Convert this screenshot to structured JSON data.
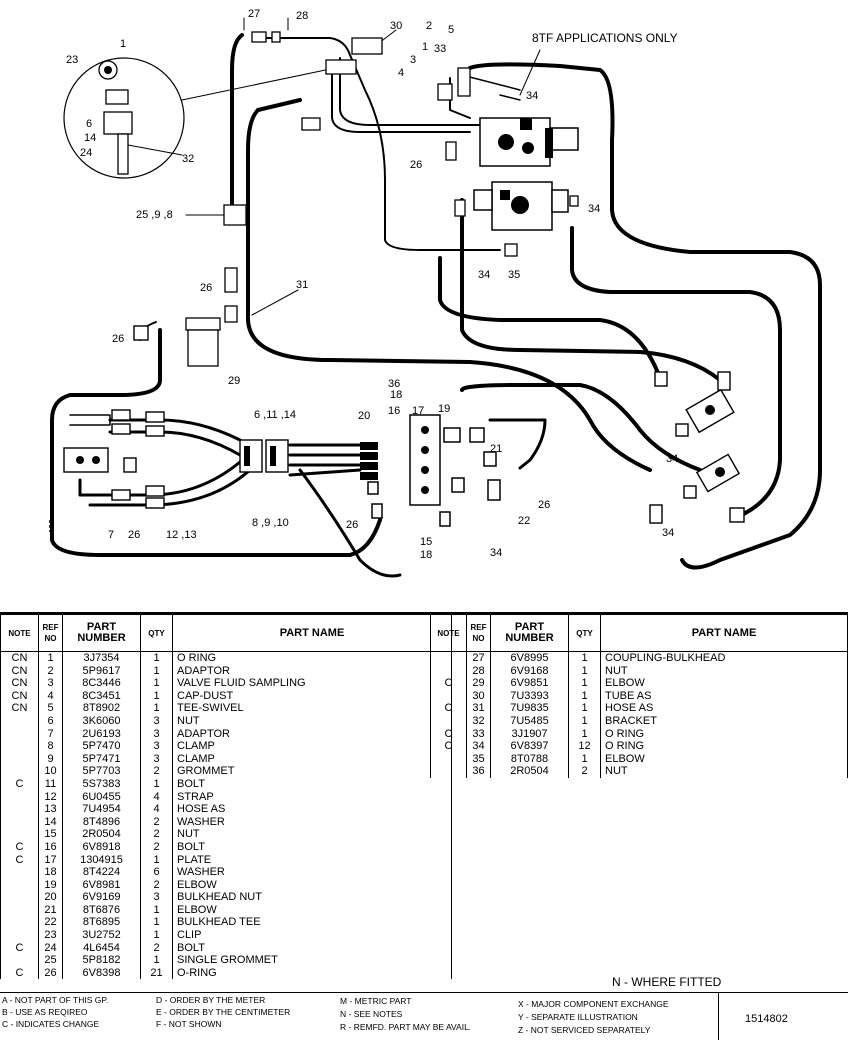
{
  "diagram": {
    "title_note": "8TF APPLICATIONS ONLY",
    "callouts": [
      {
        "text": "27"
      },
      {
        "text": "28"
      },
      {
        "text": "30"
      },
      {
        "text": "2"
      },
      {
        "text": "5"
      },
      {
        "text": "3"
      },
      {
        "text": "1"
      },
      {
        "text": "33"
      },
      {
        "text": "4"
      },
      {
        "text": "34"
      },
      {
        "text": "23"
      },
      {
        "text": "6"
      },
      {
        "text": "14"
      },
      {
        "text": "24"
      },
      {
        "text": "32"
      },
      {
        "text": "26"
      },
      {
        "text": "34"
      },
      {
        "text": "25 ,9 ,8"
      },
      {
        "text": "34"
      },
      {
        "text": "35"
      },
      {
        "text": "26"
      },
      {
        "text": "31"
      },
      {
        "text": "26"
      },
      {
        "text": "29"
      },
      {
        "text": "36"
      },
      {
        "text": "18"
      },
      {
        "text": "20"
      },
      {
        "text": "16"
      },
      {
        "text": "17"
      },
      {
        "text": "19"
      },
      {
        "text": "6 ,11 ,14"
      },
      {
        "text": "21"
      },
      {
        "text": "34"
      },
      {
        "text": "26"
      },
      {
        "text": "22"
      },
      {
        "text": "8 ,9 ,10"
      },
      {
        "text": "26"
      },
      {
        "text": "15"
      },
      {
        "text": "18"
      },
      {
        "text": "34"
      },
      {
        "text": "7"
      },
      {
        "text": "26"
      },
      {
        "text": "12 ,13"
      },
      {
        "text": "34"
      },
      {
        "text": "1"
      }
    ]
  },
  "table": {
    "headers": {
      "note": "NOTE",
      "ref_no": "REF NO",
      "part_number": "PART NUMBER",
      "qty": "QTY",
      "part_name": "PART NAME"
    },
    "left_rows": [
      {
        "note": "CN",
        "ref": "1",
        "part": "3J7354",
        "qty": "1",
        "name": "O RING"
      },
      {
        "note": "CN",
        "ref": "2",
        "part": "5P9617",
        "qty": "1",
        "name": "ADAPTOR"
      },
      {
        "note": "CN",
        "ref": "3",
        "part": "8C3446",
        "qty": "1",
        "name": "VALVE FLUID SAMPLING"
      },
      {
        "note": "CN",
        "ref": "4",
        "part": "8C3451",
        "qty": "1",
        "name": "CAP-DUST"
      },
      {
        "note": "CN",
        "ref": "5",
        "part": "8T8902",
        "qty": "1",
        "name": "TEE-SWIVEL"
      },
      {
        "note": "",
        "ref": "6",
        "part": "3K6060",
        "qty": "3",
        "name": "NUT"
      },
      {
        "note": "",
        "ref": "7",
        "part": "2U6193",
        "qty": "3",
        "name": "ADAPTOR"
      },
      {
        "note": "",
        "ref": "8",
        "part": "5P7470",
        "qty": "3",
        "name": "CLAMP"
      },
      {
        "note": "",
        "ref": "9",
        "part": "5P7471",
        "qty": "3",
        "name": "CLAMP"
      },
      {
        "note": "",
        "ref": "10",
        "part": "5P7703",
        "qty": "2",
        "name": "GROMMET"
      },
      {
        "note": "C",
        "ref": "11",
        "part": "5S7383",
        "qty": "1",
        "name": "BOLT"
      },
      {
        "note": "",
        "ref": "12",
        "part": "6U0455",
        "qty": "4",
        "name": "STRAP"
      },
      {
        "note": "",
        "ref": "13",
        "part": "7U4954",
        "qty": "4",
        "name": "HOSE AS"
      },
      {
        "note": "",
        "ref": "14",
        "part": "8T4896",
        "qty": "2",
        "name": "WASHER"
      },
      {
        "note": "",
        "ref": "15",
        "part": "2R0504",
        "qty": "2",
        "name": "NUT"
      },
      {
        "note": "C",
        "ref": "16",
        "part": "6V8918",
        "qty": "2",
        "name": "BOLT"
      },
      {
        "note": "C",
        "ref": "17",
        "part": "1304915",
        "qty": "1",
        "name": "PLATE"
      },
      {
        "note": "",
        "ref": "18",
        "part": "8T4224",
        "qty": "6",
        "name": "WASHER"
      },
      {
        "note": "",
        "ref": "19",
        "part": "6V8981",
        "qty": "2",
        "name": "ELBOW"
      },
      {
        "note": "",
        "ref": "20",
        "part": "6V9169",
        "qty": "3",
        "name": "BULKHEAD NUT"
      },
      {
        "note": "",
        "ref": "21",
        "part": "8T6876",
        "qty": "1",
        "name": "ELBOW"
      },
      {
        "note": "",
        "ref": "22",
        "part": "8T6895",
        "qty": "1",
        "name": "BULKHEAD TEE"
      },
      {
        "note": "",
        "ref": "23",
        "part": "3U2752",
        "qty": "1",
        "name": "CLIP"
      },
      {
        "note": "C",
        "ref": "24",
        "part": "4L6454",
        "qty": "2",
        "name": "BOLT"
      },
      {
        "note": "",
        "ref": "25",
        "part": "5P8182",
        "qty": "1",
        "name": "SINGLE GROMMET"
      },
      {
        "note": "C",
        "ref": "26",
        "part": "6V8398",
        "qty": "21",
        "name": "O-RING"
      }
    ],
    "right_rows": [
      {
        "note": "",
        "ref": "27",
        "part": "6V8995",
        "qty": "1",
        "name": "COUPLING-BULKHEAD"
      },
      {
        "note": "",
        "ref": "28",
        "part": "6V9168",
        "qty": "1",
        "name": "NUT"
      },
      {
        "note": "C",
        "ref": "29",
        "part": "6V9851",
        "qty": "1",
        "name": "ELBOW"
      },
      {
        "note": "",
        "ref": "30",
        "part": "7U3393",
        "qty": "1",
        "name": "TUBE AS"
      },
      {
        "note": "C",
        "ref": "31",
        "part": "7U9835",
        "qty": "1",
        "name": "HOSE AS"
      },
      {
        "note": "",
        "ref": "32",
        "part": "7U5485",
        "qty": "1",
        "name": "BRACKET"
      },
      {
        "note": "C",
        "ref": "33",
        "part": "3J1907",
        "qty": "1",
        "name": "O RING"
      },
      {
        "note": "C",
        "ref": "34",
        "part": "6V8397",
        "qty": "12",
        "name": "O RING"
      },
      {
        "note": "",
        "ref": "35",
        "part": "8T0788",
        "qty": "1",
        "name": "ELBOW"
      },
      {
        "note": "",
        "ref": "36",
        "part": "2R0504",
        "qty": "2",
        "name": "NUT"
      }
    ],
    "where_fitted": "N - WHERE FITTED"
  },
  "legend": {
    "a": "A - NOT PART OF THIS GP.",
    "b": "B - USE AS REQIREO",
    "c": "C - INDICATES CHANGE",
    "d": "D - ORDER BY THE METER",
    "e": "E - ORDER BY THE CENTIMETER",
    "f": "F - NOT SHOWN",
    "m": "M - METRIC PART",
    "n": "N - SEE NOTES",
    "r": "R - REMFD. PART MAY BE AVAIL.",
    "x": "X - MAJOR COMPONENT EXCHANGE",
    "y": "Y - SEPARATE ILLUSTRATION",
    "z": "Z - NOT SERVICED SEPARATELY",
    "doc_number": "1514802"
  }
}
